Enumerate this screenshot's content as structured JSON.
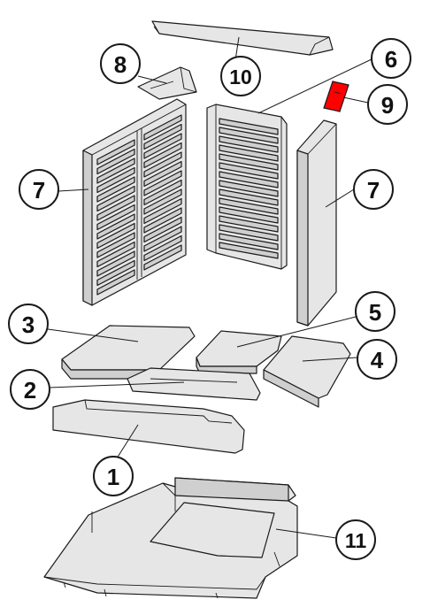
{
  "labels": {
    "part_1": "1",
    "part_2": "2",
    "part_3": "3",
    "part_4": "4",
    "part_5": "5",
    "part_6": "6",
    "part_7_left": "7",
    "part_7_right": "7",
    "part_8": "8",
    "part_9": "9",
    "part_10": "10",
    "part_11": "11"
  },
  "colors": {
    "highlight": "#ff0000",
    "part_fill": "#e6e6e6",
    "outline": "#1a1a1a"
  }
}
